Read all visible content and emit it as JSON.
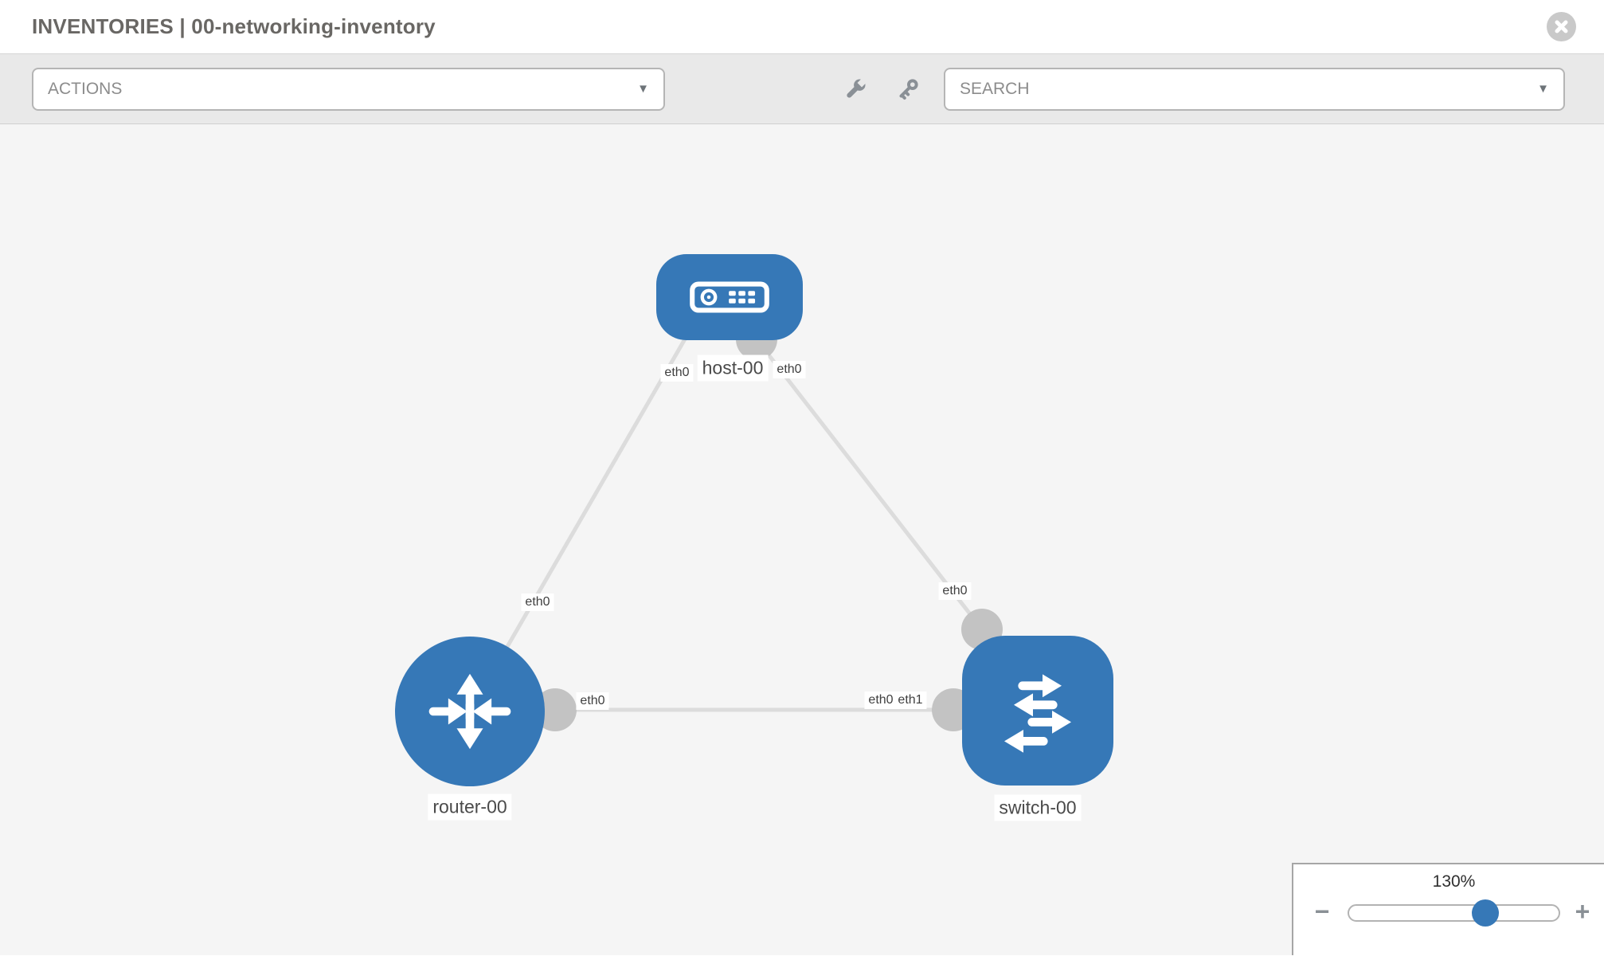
{
  "header": {
    "title": "INVENTORIES | 00-networking-inventory"
  },
  "toolbar": {
    "actions_label": "ACTIONS",
    "search_label": "SEARCH",
    "caret": "▼"
  },
  "nodes": {
    "host": {
      "label": "host-00",
      "type": "host"
    },
    "router": {
      "label": "router-00",
      "type": "router"
    },
    "switch": {
      "label": "switch-00",
      "type": "switch"
    }
  },
  "iface_labels": {
    "host_left": "eth0",
    "host_right": "eth0",
    "router_to_host": "eth0",
    "switch_to_host": "eth0",
    "router_right": "eth0",
    "switch_left_back": "eth0",
    "switch_left_front": "eth1"
  },
  "links": [
    {
      "from": "router-00",
      "to": "host-00"
    },
    {
      "from": "host-00",
      "to": "switch-00"
    },
    {
      "from": "router-00",
      "to": "switch-00"
    }
  ],
  "zoom_control": {
    "level": "130%",
    "minus": "−",
    "plus": "+"
  },
  "colors": {
    "node_blue": "#3678b7",
    "link_gray": "#dcdcdc",
    "anchor_gray": "#c3c3c3",
    "icon_gray": "#8a9096"
  }
}
